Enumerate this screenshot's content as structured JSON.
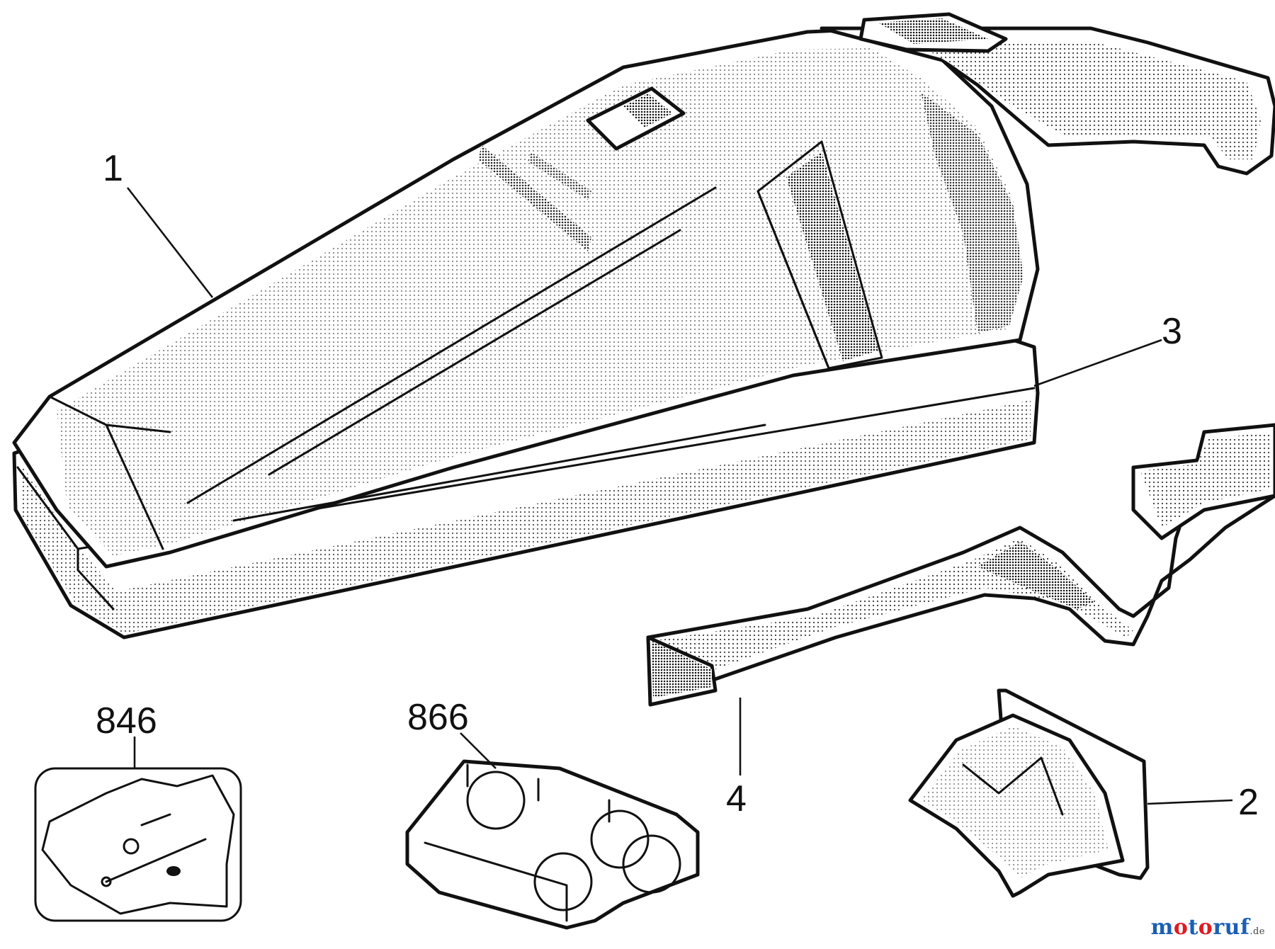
{
  "callouts": {
    "housing": "1",
    "filter": "2",
    "base": "3",
    "crevice_tool": "4",
    "hardware_bag": "846",
    "battery_pack": "866"
  },
  "watermark": {
    "brand": "motoruf",
    "suffix": ".de",
    "colors": {
      "primary": "#1a5fb4",
      "accent": "#e01b24"
    }
  }
}
